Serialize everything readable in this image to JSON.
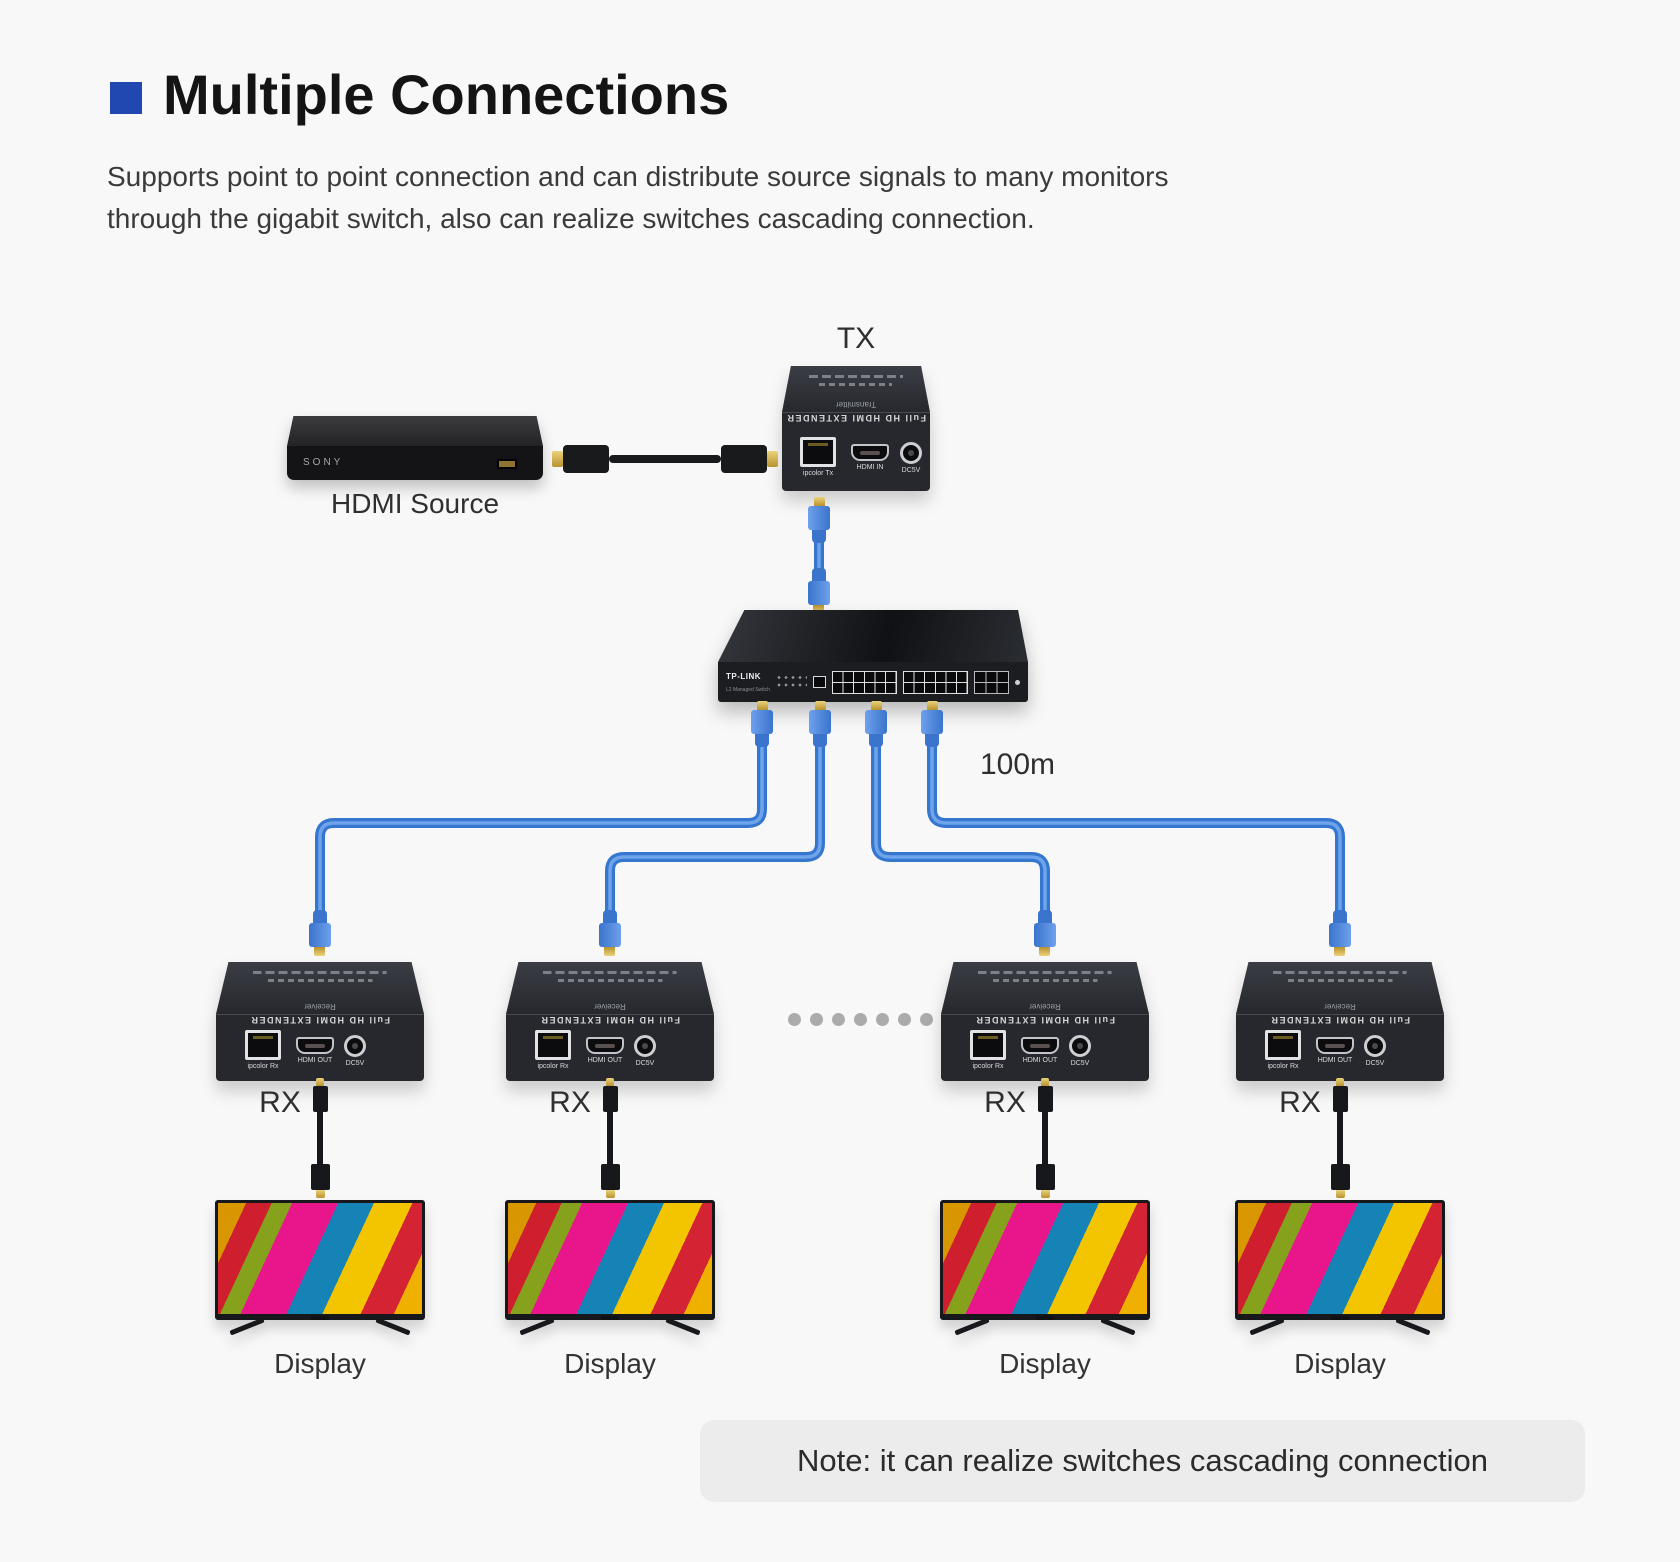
{
  "header": {
    "accent_color": "#2148b1",
    "title": "Multiple Connections",
    "description_line1": "Supports point to point connection and can distribute source signals to many monitors",
    "description_line2": "through the gigabit switch, also can realize switches cascading connection."
  },
  "diagram": {
    "source": {
      "brand": "SONY",
      "label": "HDMI Source"
    },
    "tx": {
      "label": "TX",
      "top_text": "Transmitter",
      "panel_text": "Full HD HDMI EXTENDER",
      "ports": {
        "rj45": "ipcolor Tx",
        "hdmi": "HDMI IN",
        "power": "DC5V"
      }
    },
    "network_switch": {
      "brand": "TP-LINK",
      "model": "L2 Managed Switch"
    },
    "distance_label": "100m",
    "cable_color": "#3576cf",
    "rx_units": [
      {
        "label": "RX",
        "top_text": "Receiver",
        "panel_text": "Full HD HDMI EXTENDER",
        "ports": {
          "rj45": "ipcolor Rx",
          "hdmi": "HDMI OUT",
          "power": "DC5V"
        }
      },
      {
        "label": "RX",
        "top_text": "Receiver",
        "panel_text": "Full HD HDMI EXTENDER",
        "ports": {
          "rj45": "ipcolor Rx",
          "hdmi": "HDMI OUT",
          "power": "DC5V"
        }
      },
      {
        "label": "RX",
        "top_text": "Receiver",
        "panel_text": "Full HD HDMI EXTENDER",
        "ports": {
          "rj45": "ipcolor Rx",
          "hdmi": "HDMI OUT",
          "power": "DC5V"
        }
      },
      {
        "label": "RX",
        "top_text": "Receiver",
        "panel_text": "Full HD HDMI EXTENDER",
        "ports": {
          "rj45": "ipcolor Rx",
          "hdmi": "HDMI OUT",
          "power": "DC5V"
        }
      }
    ],
    "displays": [
      {
        "label": "Display"
      },
      {
        "label": "Display"
      },
      {
        "label": "Display"
      },
      {
        "label": "Display"
      }
    ],
    "note": "Note: it can realize switches cascading connection"
  }
}
